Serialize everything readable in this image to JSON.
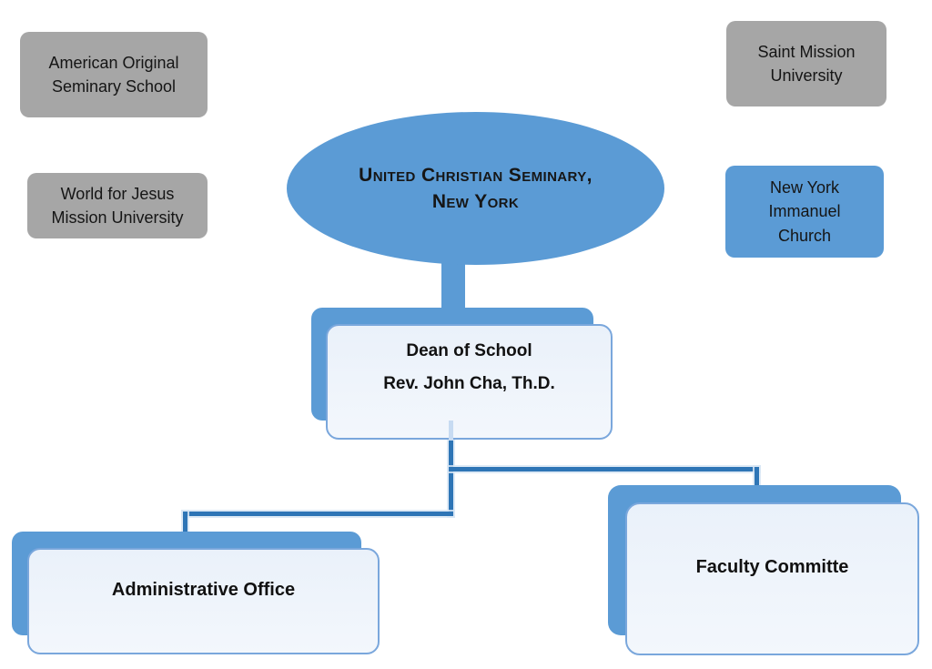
{
  "colors": {
    "shape_blue": "#5b9bd5",
    "shape_gray": "#a6a6a6",
    "connector_blue": "#2e75b6",
    "card_fill": "#eef3fb",
    "card_border": "#7aa7dc",
    "text": "#111111"
  },
  "diagram": {
    "root": {
      "title": "United Christian Seminary,\nNew York"
    },
    "dean": {
      "role": "Dean of School",
      "person": "Rev. John Cha, Th.D."
    },
    "departments": [
      {
        "label": "Administrative Office"
      },
      {
        "label": "Faculty Committe"
      }
    ],
    "affiliates": [
      {
        "label": "American Original\nSeminary School",
        "style": "gray"
      },
      {
        "label": "World for Jesus\nMission University",
        "style": "gray"
      },
      {
        "label": "Saint Mission\nUniversity",
        "style": "gray"
      },
      {
        "label": "New York\nImmanuel\nChurch",
        "style": "blue"
      }
    ]
  }
}
